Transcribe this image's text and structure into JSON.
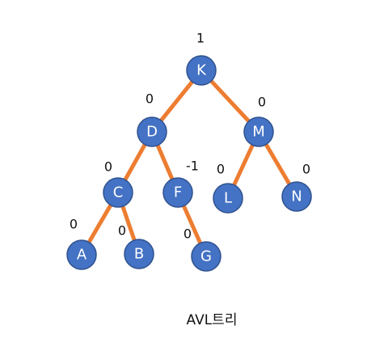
{
  "diagram": {
    "caption": "AVL트리",
    "colors": {
      "node_fill": "#4472C4",
      "edge": "#ED7D31",
      "label": "#ffffff"
    },
    "nodes": [
      {
        "id": "K",
        "label": "K",
        "balance": "1"
      },
      {
        "id": "D",
        "label": "D",
        "balance": "0"
      },
      {
        "id": "M",
        "label": "M",
        "balance": "0"
      },
      {
        "id": "C",
        "label": "C",
        "balance": "0"
      },
      {
        "id": "F",
        "label": "F",
        "balance": "-1"
      },
      {
        "id": "L",
        "label": "L",
        "balance": "0"
      },
      {
        "id": "N",
        "label": "N",
        "balance": "0"
      },
      {
        "id": "A",
        "label": "A",
        "balance": "0"
      },
      {
        "id": "B",
        "label": "B",
        "balance": "0"
      },
      {
        "id": "G",
        "label": "G",
        "balance": "0"
      }
    ],
    "edges": [
      {
        "from": "K",
        "to": "D"
      },
      {
        "from": "K",
        "to": "M"
      },
      {
        "from": "D",
        "to": "C"
      },
      {
        "from": "D",
        "to": "F"
      },
      {
        "from": "M",
        "to": "L"
      },
      {
        "from": "M",
        "to": "N"
      },
      {
        "from": "C",
        "to": "A"
      },
      {
        "from": "C",
        "to": "B"
      },
      {
        "from": "F",
        "to": "G"
      }
    ]
  }
}
